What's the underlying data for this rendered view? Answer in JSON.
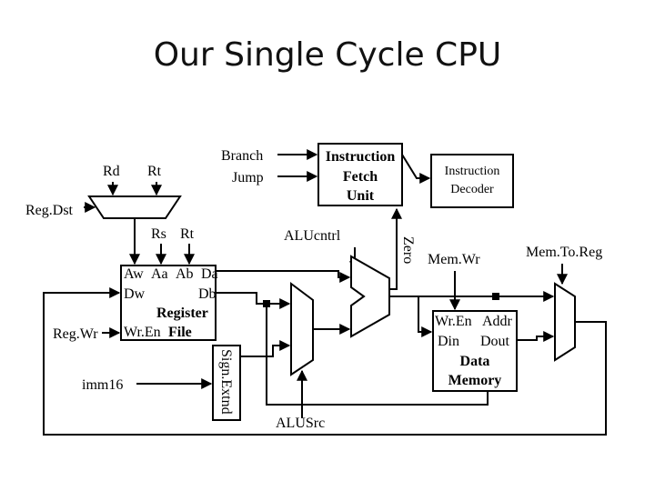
{
  "slide": {
    "title": "Our Single Cycle CPU"
  },
  "labels": {
    "rd": "Rd",
    "rt_top": "Rt",
    "branch": "Branch",
    "jump": "Jump",
    "regdst": "Reg.Dst",
    "rs": "Rs",
    "rt_mid": "Rt",
    "aluctrl": "ALUcntrl",
    "zero": "Zero",
    "memwr": "Mem.Wr",
    "memtoreg": "Mem.To.Reg",
    "regwr": "Reg.Wr",
    "imm16": "imm16",
    "signext": "Sign.Extnd",
    "alusrc": "ALUSrc"
  },
  "fetch_unit": {
    "line1": "Instruction",
    "line2": "Fetch",
    "line3": "Unit"
  },
  "decoder": {
    "line1": "Instruction",
    "line2": "Decoder"
  },
  "register_file": {
    "aw": "Aw",
    "aa": "Aa",
    "ab": "Ab",
    "da": "Da",
    "dw": "Dw",
    "db": "Db",
    "line3": "Register",
    "wren": "Wr.En",
    "line4": "File"
  },
  "data_memory": {
    "wren": "Wr.En",
    "addr": "Addr",
    "din": "Din",
    "dout": "Dout",
    "line3": "Data",
    "line4": "Memory"
  }
}
